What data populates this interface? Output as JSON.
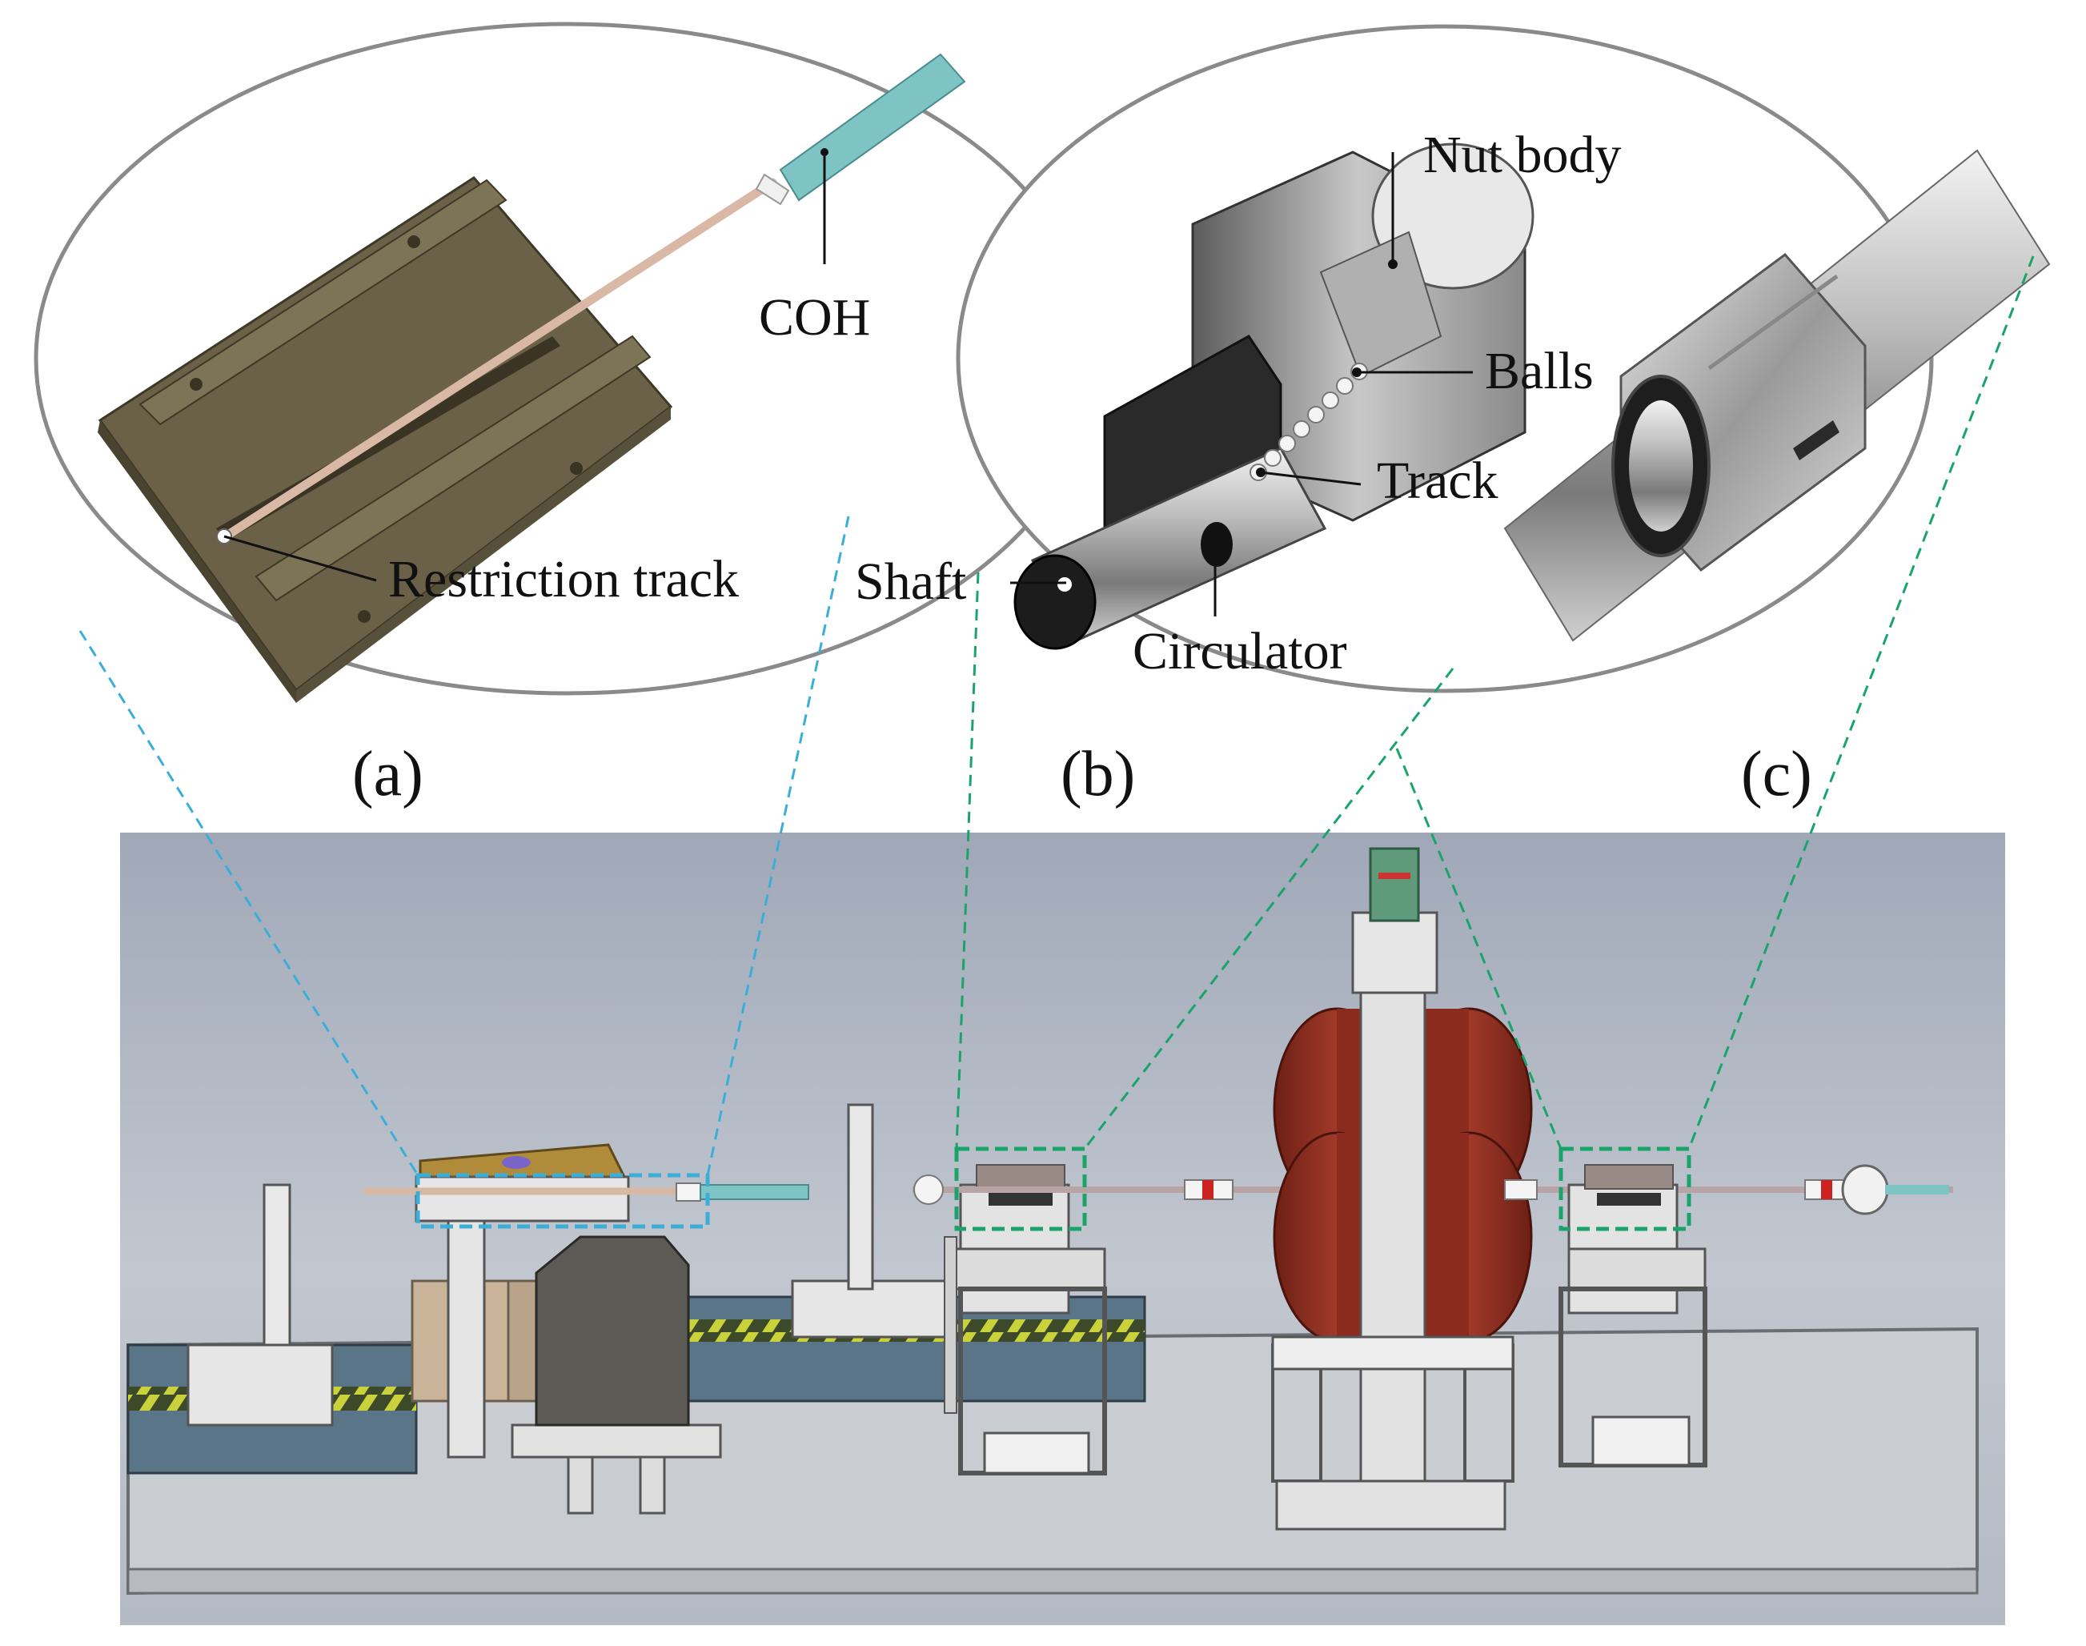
{
  "panels": {
    "a": {
      "letter": "(a)",
      "labels": {
        "coh": "COH",
        "restriction_track": "Restriction track"
      }
    },
    "b": {
      "letter": "(b)",
      "labels": {
        "nut_body": "Nut body",
        "balls": "Balls",
        "track": "Track",
        "shaft": "Shaft",
        "circulator": "Circulator"
      }
    },
    "c": {
      "letter": "(c)"
    }
  },
  "colors": {
    "callout_a": "#3aaed8",
    "callout_bc": "#1aa36a",
    "scene_bg": "#a7afbd",
    "base_plate": "#c9ccd0",
    "rail": "#5a7488",
    "slider_plate": "#6b6148",
    "magnet_coil": "#8a2b1e",
    "rod_coh": "#7ec4c4",
    "ellipse_border": "#8a8a8a"
  },
  "icons": [
    "bolt-hole-icon",
    "ball-screw-icon",
    "linear-bearing-icon"
  ]
}
